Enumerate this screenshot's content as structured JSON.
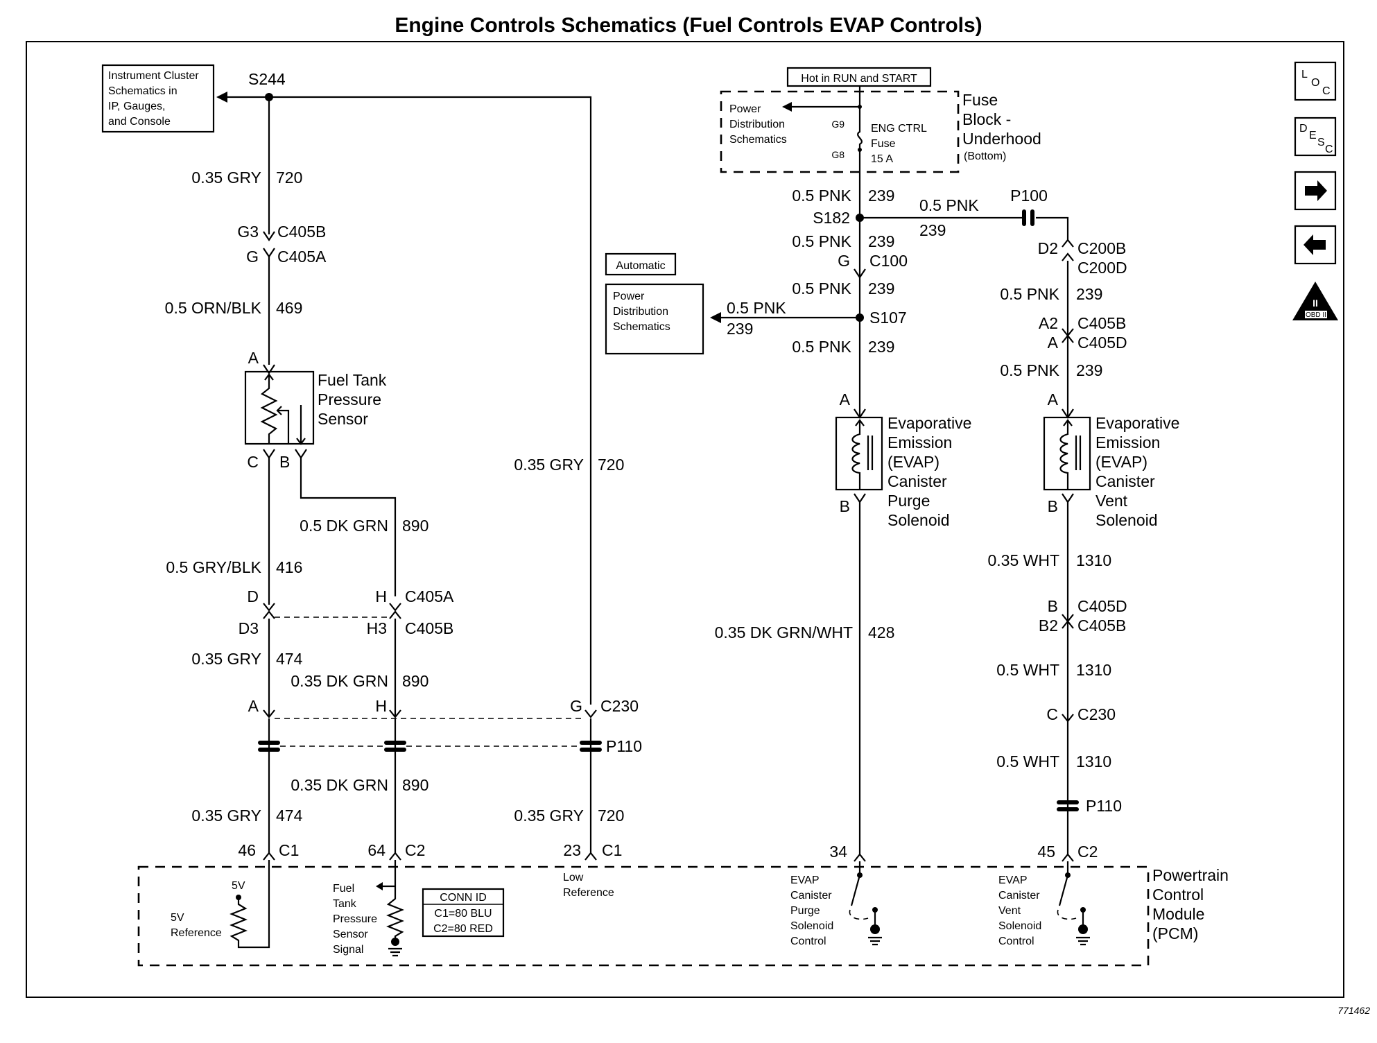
{
  "title": "Engine Controls Schematics (Fuel Controls EVAP Controls)",
  "figure_id": "771462",
  "nav": {
    "loc": [
      "L",
      "O",
      "C"
    ],
    "desc": [
      "D",
      "E",
      "S",
      "C"
    ],
    "obd_top": "II",
    "obd_bottom": "OBD II"
  },
  "left_box": [
    "Instrument Cluster",
    "Schematics in",
    "IP, Gauges,",
    "and Console"
  ],
  "splices": {
    "s244": "S244",
    "s182": "S182",
    "s107": "S107"
  },
  "hot_label": "Hot in RUN and START",
  "fuse_block": {
    "label": [
      "Fuse",
      "Block -",
      "Underhood"
    ],
    "sub": "(Bottom)",
    "pds": [
      "Power",
      "Distribution",
      "Schematics"
    ],
    "g9": "G9",
    "g8": "G8",
    "fuse": [
      "ENG CTRL",
      "Fuse",
      "15 A"
    ]
  },
  "automatic": "Automatic",
  "pds_box": [
    "Power",
    "Distribution",
    "Schematics"
  ],
  "sensor_name": [
    "Fuel Tank",
    "Pressure",
    "Sensor"
  ],
  "purge_name": [
    "Evaporative",
    "Emission",
    "(EVAP)",
    "Canister",
    "Purge",
    "Solenoid"
  ],
  "vent_name": [
    "Evaporative",
    "Emission",
    "(EVAP)",
    "Canister",
    "Vent",
    "Solenoid"
  ],
  "wires": {
    "w720a": [
      "0.35 GRY",
      "720"
    ],
    "w469": [
      "0.5 ORN/BLK",
      "469"
    ],
    "w720b": [
      "0.35 GRY",
      "720"
    ],
    "w890a": [
      "0.5 DK GRN",
      "890"
    ],
    "w416": [
      "0.5 GRY/BLK",
      "416"
    ],
    "w474a": [
      "0.35 GRY",
      "474"
    ],
    "w890b": [
      "0.35 DK GRN",
      "890"
    ],
    "w890c": [
      "0.35 DK GRN",
      "890"
    ],
    "w474b": [
      "0.35 GRY",
      "474"
    ],
    "w720c": [
      "0.35 GRY",
      "720"
    ],
    "w239a": [
      "0.5 PNK",
      "239"
    ],
    "w239b": [
      "0.5 PNK",
      "239"
    ],
    "w239c": [
      "0.5 PNK",
      "239"
    ],
    "w239d": [
      "0.5 PNK",
      "239"
    ],
    "w239e": [
      "0.5 PNK",
      "239"
    ],
    "w239f": [
      "0.5 PNK",
      "239"
    ],
    "w239g": [
      "0.5 PNK",
      "239"
    ],
    "w239h": [
      "0.5 PNK",
      "239"
    ],
    "w428": [
      "0.35 DK GRN/WHT",
      "428"
    ],
    "w1310a": [
      "0.35 WHT",
      "1310"
    ],
    "w1310b": [
      "0.5 WHT",
      "1310"
    ],
    "w1310c": [
      "0.5 WHT",
      "1310"
    ]
  },
  "pins": {
    "g3": "G3",
    "g": "G",
    "a_sensor": "A",
    "c": "C",
    "b": "B",
    "d": "D",
    "h": "H",
    "d3": "D3",
    "h3": "H3",
    "a230": "A",
    "h230": "H",
    "g230": "G",
    "g_c100": "G",
    "a_purge": "A",
    "b_purge": "B",
    "d2": "D2",
    "a2": "A2",
    "a_c405d": "A",
    "a_vent": "A",
    "b_vent": "B",
    "b_c405d": "B",
    "b2": "B2",
    "c_c230": "C",
    "pcm46": "46",
    "pcm64": "64",
    "pcm23": "23",
    "pcm34": "34",
    "pcm45": "45"
  },
  "connectors": {
    "c405b": "C405B",
    "c405a": "C405A",
    "c230": "C230",
    "p110": "P110",
    "c100": "C100",
    "p100": "P100",
    "c200b": "C200B",
    "c200d": "C200D",
    "c405d": "C405D",
    "c1": "C1",
    "c2": "C2"
  },
  "pcm": {
    "name": [
      "Powertrain",
      "Control",
      "Module",
      "(PCM)"
    ],
    "v5": "5V",
    "v5ref": [
      "5V",
      "Reference"
    ],
    "ftp_signal": [
      "Fuel",
      "Tank",
      "Pressure",
      "Sensor",
      "Signal"
    ],
    "conn_id": [
      "CONN ID",
      "C1=80 BLU",
      "C2=80 RED"
    ],
    "low_ref": [
      "Low",
      "Reference"
    ],
    "purge_ctrl": [
      "EVAP",
      "Canister",
      "Purge",
      "Solenoid",
      "Control"
    ],
    "vent_ctrl": [
      "EVAP",
      "Canister",
      "Vent",
      "Solenoid",
      "Control"
    ]
  }
}
